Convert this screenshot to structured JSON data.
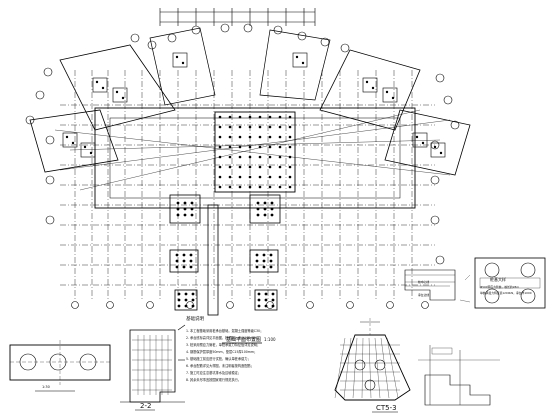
{
  "drawing": {
    "ink_color": "#000000",
    "background_color": "#ffffff",
    "plan_title": "基础平面布置图",
    "plan_scale": "1:100",
    "section_label": "2-2",
    "cap_label": "CT5-3",
    "pile_note_title": "注：",
    "notes_title": "基础说明",
    "notes_lines": [
      "1. 本工程基础采用桩承台基础，混凝土强度等级C30；",
      "2. 承台底标高详见平面图，桩顶嵌入承台100mm；",
      "3. 桩采用预应力管桩，单桩承载力特征值详见说明；",
      "4. 钢筋保护层厚度50mm，垫层C15厚100mm；",
      "5. 基础施工前应进行试桩，确认单桩承载力；",
      "6. 承台配筋详见大样图，未注明者按构造配筋；",
      "7. 施工时应注意基坑排水及边坡稳定；",
      "8. 其余未尽事宜按国家现行规范执行。"
    ],
    "legend_title": "桩基大样",
    "legend_lines": [
      "Φ500预应力管桩，桩长约28m",
      "单桩承载力特征值1200kN，承台厚1000"
    ],
    "pile_detail_notes": [
      "桩中心线",
      "承台边线"
    ],
    "dimension_text": "1:30"
  }
}
